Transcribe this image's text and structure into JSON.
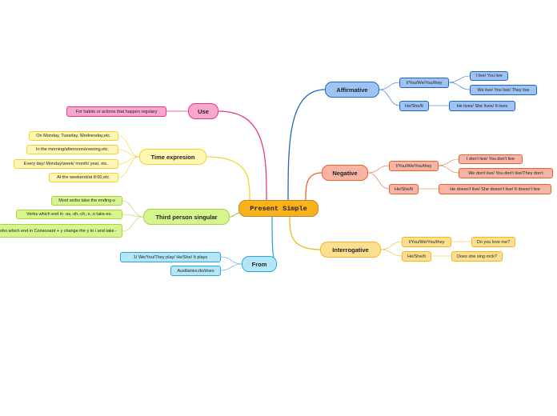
{
  "central": {
    "label": "Present Simple",
    "color": "#f9b21a"
  },
  "branches": {
    "use": {
      "label": "Use",
      "color": "#e8378a",
      "fill": "#f7a6cd",
      "items": [
        "For habits or actions that happen regulary"
      ]
    },
    "time": {
      "label": "Time expresion",
      "color": "#f0d530",
      "fill": "#fff6b3",
      "items": [
        "On Monday, Tuesday, Wednesday,etc.",
        "In the morning/afternoon/evening,etc.",
        "Every day/ Monday/week/ month/ year, etc.",
        "At the weekend/at 8:00,etc."
      ]
    },
    "third": {
      "label": "Third person singular",
      "color": "#a6d63a",
      "fill": "#d6f58e",
      "items": [
        "Most verbs take the ending-s",
        "Verbs which end in -ss,-sh,-ch,-x,-o take-es.",
        "Verbs which end in Consonant + y change the y to i and take -"
      ]
    },
    "from": {
      "label": "From",
      "color": "#2aa7d9",
      "fill": "#b5e6f7",
      "items": [
        "1/ We/You/They play/ He/She/ It plays",
        "Auxiliaries:do/does"
      ]
    },
    "affirmative": {
      "label": "Affirmative",
      "color": "#1f66c4",
      "fill": "#9fc3f5",
      "groups": [
        {
          "label": "I/You/We/You/they",
          "items": [
            "I live/ You live",
            "We live/ You live/ They live"
          ]
        },
        {
          "label": "He/She/It",
          "items": [
            "He lives/ She lives/ It lives"
          ]
        }
      ]
    },
    "negative": {
      "label": "Negative",
      "color": "#e8622c",
      "fill": "#f8b4a4",
      "groups": [
        {
          "label": "I/You/We/You/they",
          "items": [
            "I don't live/ You don't live",
            "We don't live/ You don't live/They don't"
          ]
        },
        {
          "label": "He/She/It",
          "items": [
            "He doesn't live/ She doesn't live/ It doesn't live"
          ]
        }
      ]
    },
    "interrogative": {
      "label": "Interrogative",
      "color": "#f2b623",
      "fill": "#fde08f",
      "groups": [
        {
          "label": "I/You/We/You/they",
          "items": [
            "Do you love me?"
          ]
        },
        {
          "label": "He/She/It",
          "items": [
            "Does she sing rock?"
          ]
        }
      ]
    }
  }
}
